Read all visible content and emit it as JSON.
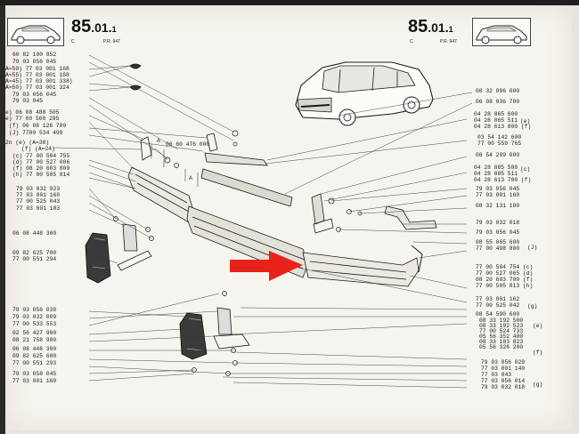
{
  "header": {
    "left_number": "85",
    "left_suffix": ".01.",
    "left_page": "1",
    "left_sub_c": "C",
    "left_sub_pr": "P.R. 947",
    "right_number": "85",
    "right_suffix": ".01.",
    "right_page": "1",
    "right_sub_c": "C",
    "right_sub_pr": "P.R. 947"
  },
  "labels_left": [
    "60 82 100 852",
    "79 03 056 045",
    "A≈50) 77 03 001 168",
    "A≈55) 77 03 001 168",
    "A≈45) 77 03 001 338)",
    "A≈50) 77 03 001 324",
    "79 03 056 045",
    "79 03 045",
    "e) 06 08 488 505",
    "e) 77 00 500 285",
    "(f) 06 08 126 700",
    "(J) 7700 534 499",
    "2n (e) (A=38)",
    "(f) (A=24)",
    "(c) 77 00 504 755",
    "(d) 77 00 527 086",
    "(f) 08 20 603 800",
    "(h) 77 00 505 814",
    "79 03 032 023",
    "77 03 001 160",
    "77 00 525 043",
    "77 03 001 183",
    "06 08 448 300",
    "09 82 625 700",
    "77 00 551 294",
    "79 03 056 039",
    "79 03 032 009",
    "77 00 533 553",
    "02 56 427 900",
    "08 21 758 900",
    "06 08 448 300",
    "09 82 625 600",
    "77 00 551 293",
    "79 03 058 045",
    "77 03 001 160"
  ],
  "label_middle": "06 60 476 000",
  "labels_right": [
    "08 32 096 000",
    "06 08 036 700",
    "04 28 865 600",
    "04 28 865 511",
    "04 28 613 800 (f)",
    "03 54 142 600",
    "77 00 559 765",
    "08 54 209 000",
    "04 28 885 500",
    "04 28 885 511",
    "04 28 613 700 (f)",
    "79 03 056 045",
    "77 03 001 160",
    "08 32 131 100",
    "79 03 032 018",
    "79 03 056 045",
    "08 55 065 600",
    "77 00 498 800",
    "77 00 504 754 (c)",
    "77 00 527 065 (d)",
    "08 20 603 700 (f)",
    "77 00 505 813 (h)",
    "77 03 001 162",
    "77 00 525 042",
    "08 54 590 600",
    "08 33 192 500",
    "08 33 192 523",
    "77 00 524 733",
    "05 56 352 400",
    "08 33 183 823",
    "05 56 326 200",
    "79 03 056 029",
    "77 03 001 140",
    "77 03 043",
    "77 03 056 014",
    "79 03 032 018"
  ],
  "callout_letters_right": [
    "(e)",
    "(c)",
    "(J)",
    "(g)",
    "(e)",
    "(f)",
    "(g)"
  ],
  "pointer_color": "#e8221b"
}
